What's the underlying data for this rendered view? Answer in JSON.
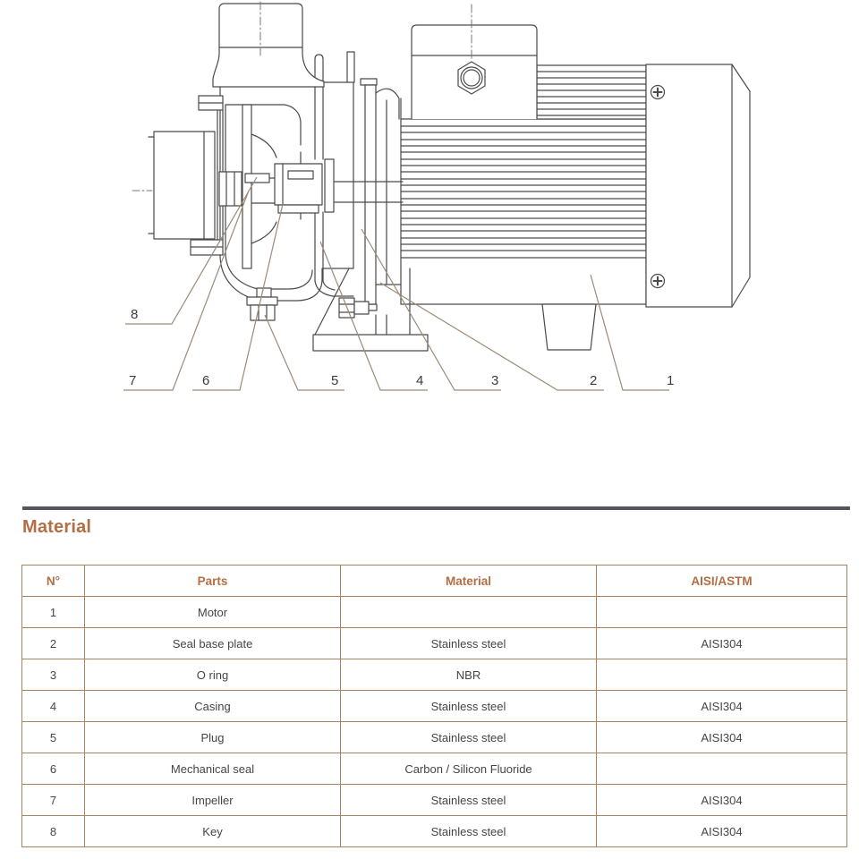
{
  "document": {
    "section_title": "Material"
  },
  "diagram": {
    "description": "centrifugal pump cross-section drawing",
    "callouts": [
      "8",
      "7",
      "6",
      "5",
      "4",
      "3",
      "2",
      "1"
    ]
  },
  "table": {
    "headers": [
      "N°",
      "Parts",
      "Material",
      "AISI/ASTM"
    ],
    "rows": [
      [
        "1",
        "Motor",
        "",
        ""
      ],
      [
        "2",
        "Seal base plate",
        "Stainless steel",
        "AISI304"
      ],
      [
        "3",
        "O ring",
        "NBR",
        ""
      ],
      [
        "4",
        "Casing",
        "Stainless steel",
        "AISI304"
      ],
      [
        "5",
        "Plug",
        "Stainless steel",
        "AISI304"
      ],
      [
        "6",
        "Mechanical seal",
        "Carbon / Silicon Fluoride",
        ""
      ],
      [
        "7",
        "Impeller",
        "Stainless steel",
        "AISI304"
      ],
      [
        "8",
        "Key",
        "Stainless steel",
        "AISI304"
      ]
    ]
  },
  "colors": {
    "accent": "#b26e44",
    "table_border": "#a5835e",
    "drawing_line": "#4a4a4a",
    "leader_line": "#9b8b77",
    "rule": "#54565b"
  }
}
